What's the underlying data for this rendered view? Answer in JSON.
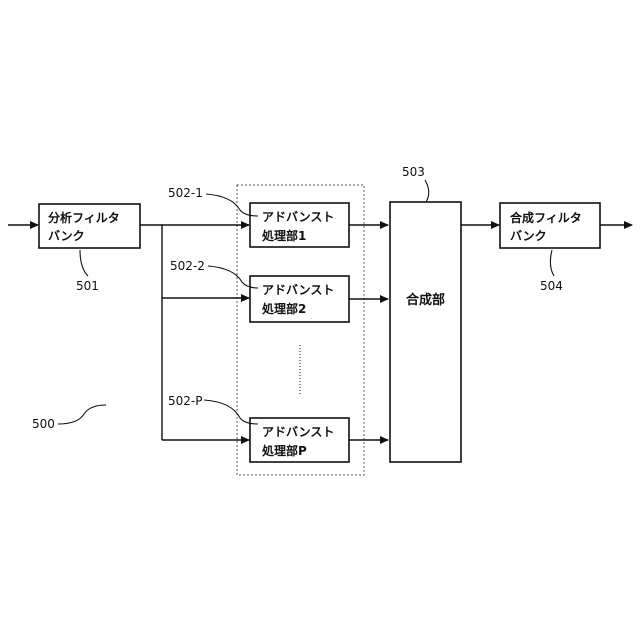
{
  "blocks": {
    "analysis_filter_bank": {
      "line1": "分析フィルタ",
      "line2": "バンク",
      "ref": "501"
    },
    "advanced_1": {
      "line1": "アドバンスト",
      "line2": "処理部1",
      "ref": "502-1"
    },
    "advanced_2": {
      "line1": "アドバンスト",
      "line2": "処理部2",
      "ref": "502-2"
    },
    "advanced_p": {
      "line1": "アドバンスト",
      "line2": "処理部P",
      "ref": "502-P"
    },
    "synthesis_unit": {
      "label": "合成部",
      "ref": "503"
    },
    "synthesis_filter_bank": {
      "line1": "合成フィルタ",
      "line2": "バンク",
      "ref": "504"
    }
  },
  "system_ref": "500"
}
